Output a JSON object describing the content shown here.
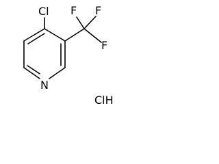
{
  "molecule": {
    "atoms": {
      "cl": "Cl",
      "f_left": "F",
      "f_top": "F",
      "f_right": "F",
      "n": "N"
    },
    "salt": "ClH"
  }
}
